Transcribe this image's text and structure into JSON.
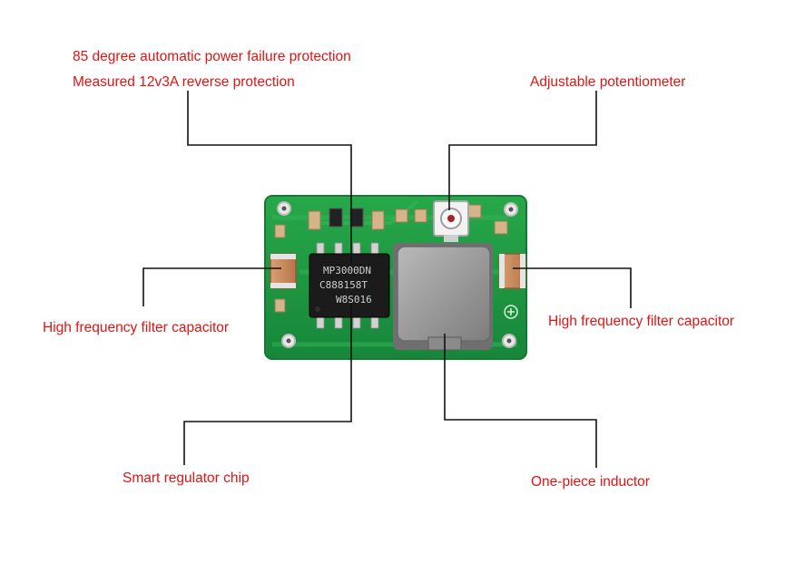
{
  "labels": {
    "power_failure": "85 degree automatic power failure protection",
    "reverse_protection": "Measured 12v3A reverse protection",
    "potentiometer": "Adjustable potentiometer",
    "cap_left": "High frequency filter capacitor",
    "cap_right": "High frequency filter capacitor",
    "chip": "Smart regulator chip",
    "inductor": "One-piece inductor"
  },
  "chip_marking": [
    "MP3000DN",
    "C888158T",
    "W8S016"
  ],
  "colors": {
    "label_text": "#e01414",
    "leader_line": "#111111",
    "pcb_green": "#1f9a3f",
    "inductor_grey": "#9a9a9a",
    "capacitor_tan": "#c98a5a",
    "chip_black": "#1b1b1b"
  }
}
